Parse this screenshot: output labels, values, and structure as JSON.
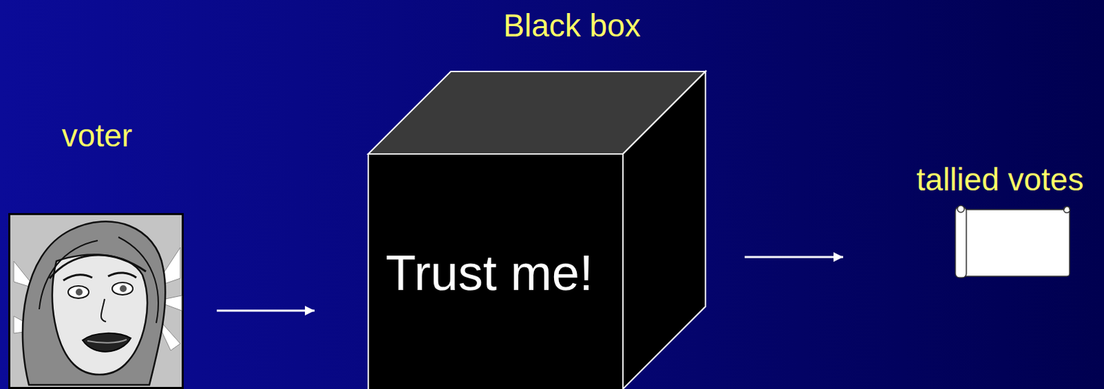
{
  "diagram": {
    "nodes": [
      {
        "text": [
          "voter"
        ]
      },
      {
        "text": [
          "Black box",
          "Trust me!"
        ]
      },
      {
        "text": [
          "tallied votes"
        ]
      }
    ],
    "edges": [
      {
        "from": 0,
        "to": 1,
        "arrow": "to"
      },
      {
        "from": 1,
        "to": 2,
        "arrow": "to"
      }
    ]
  }
}
